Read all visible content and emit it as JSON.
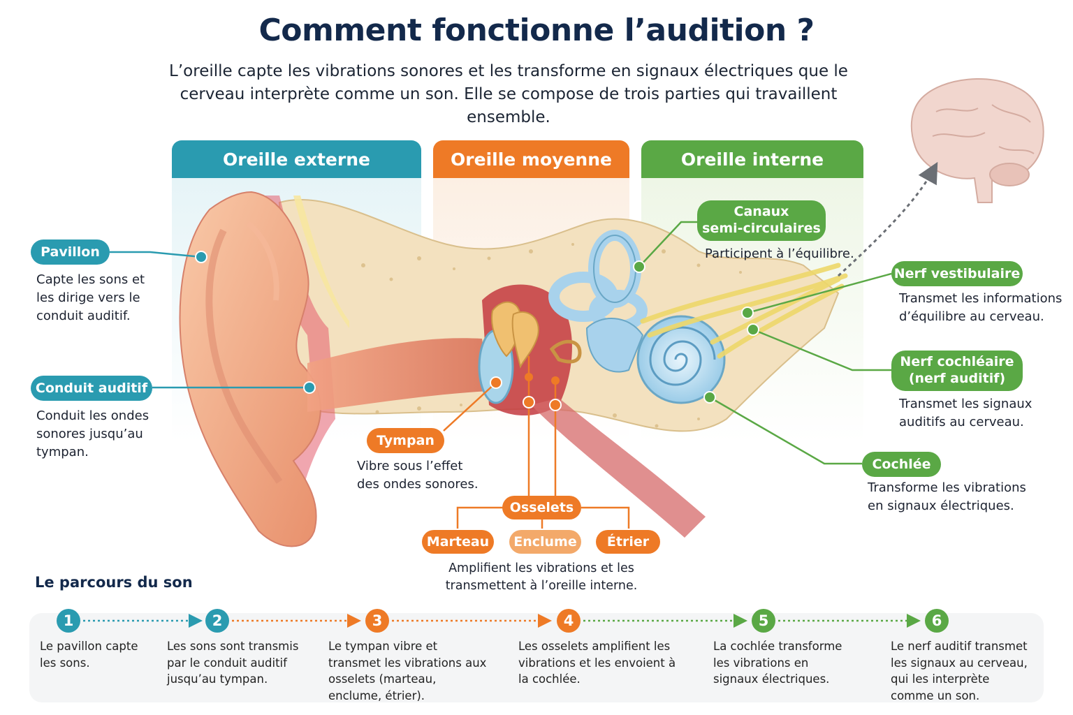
{
  "title": "Comment fonctionne l’audition ?",
  "subtitle": "L’oreille capte les vibrations sonores et les transforme en signaux électriques que le cerveau interprète comme un son. Elle se compose de trois parties qui travaillent ensemble.",
  "colors": {
    "outer": "#2a9bb0",
    "middle": "#ee7a26",
    "inner": "#5aa845",
    "title": "#13294b"
  },
  "sections": {
    "outer": {
      "label": "Oreille externe"
    },
    "middle": {
      "label": "Oreille moyenne"
    },
    "inner": {
      "label": "Oreille interne"
    }
  },
  "labels": {
    "pavillon": {
      "label": "Pavillon",
      "desc": "Capte les sons et les dirige vers le conduit auditif."
    },
    "conduit": {
      "label": "Conduit auditif",
      "desc": "Conduit les ondes sonores jusqu’au tympan."
    },
    "tympan": {
      "label": "Tympan",
      "desc": "Vibre sous l’effet des ondes sonores."
    },
    "osselets": {
      "label": "Osselets",
      "desc": "Amplifient les vibrations et les transmettent à l’oreille interne."
    },
    "marteau": {
      "label": "Marteau"
    },
    "enclume": {
      "label": "Enclume"
    },
    "etrier": {
      "label": "Étrier"
    },
    "canaux": {
      "label_line1": "Canaux",
      "label_line2": "semi-circulaires",
      "desc": "Participent à l’équilibre."
    },
    "vestibulaire": {
      "label": "Nerf vestibulaire",
      "desc": "Transmet les informations d’équilibre au cerveau."
    },
    "cochleaire": {
      "label_line1": "Nerf cochléaire",
      "label_line2": "(nerf auditif)",
      "desc": "Transmet les signaux auditifs au cerveau."
    },
    "cochlee": {
      "label": "Cochlée",
      "desc": "Transforme les vibrations en signaux électriques."
    }
  },
  "journey": {
    "title": "Le parcours du son",
    "steps": [
      {
        "num": "1",
        "text": "Le pavillon capte les sons."
      },
      {
        "num": "2",
        "text": "Les sons sont transmis par le conduit auditif jusqu’au tympan."
      },
      {
        "num": "3",
        "text": "Le tympan vibre et transmet les vibrations aux osselets (marteau, enclume, étrier)."
      },
      {
        "num": "4",
        "text": "Les osselets amplifient les vibrations et les envoient à la cochlée."
      },
      {
        "num": "5",
        "text": "La cochlée transforme les vibrations en signaux électriques."
      },
      {
        "num": "6",
        "text": "Le nerf auditif transmet les signaux au cerveau, qui les interprète comme un son."
      }
    ]
  }
}
